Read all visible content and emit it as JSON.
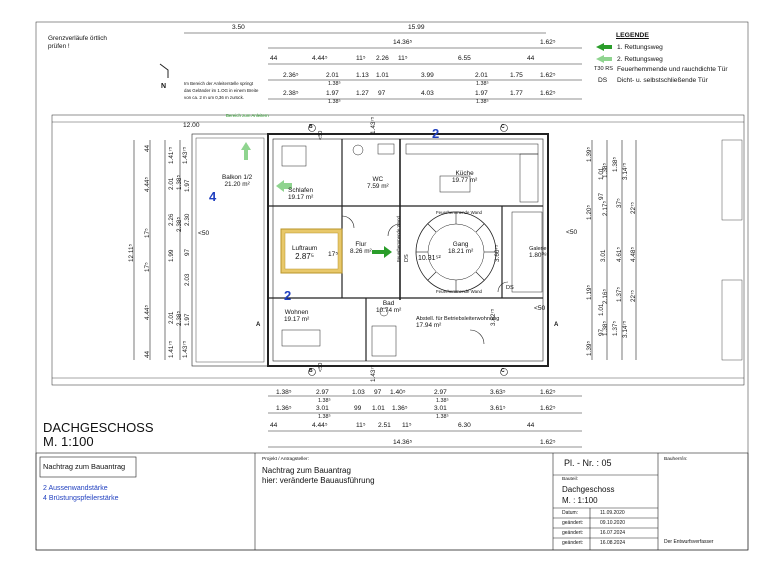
{
  "note": [
    "Grenzverläufe örtlich",
    "prüfen !"
  ],
  "legend": {
    "title": "LEGENDE",
    "items": [
      {
        "sym": "",
        "label": "1. Rettungsweg"
      },
      {
        "sym": "",
        "label": "2. Rettungsweg"
      },
      {
        "sym": "T30 RS",
        "label": "Feuerhemmende und rauchdichte Tür"
      },
      {
        "sym": "DS",
        "label": "Dicht- u. selbstschließende Tür"
      }
    ]
  },
  "railing_note": [
    "Im Bereich der Anleiterstelle springt",
    "das Geländer im 1.OG in einem Breite",
    "von ca. 2 m um 0,36 m zurück."
  ],
  "anleiter_label": "Bereich zum Anleitern",
  "top_dims": {
    "row0": [
      "3.50",
      "15.99"
    ],
    "row1": [
      "14.36⁵",
      "1.62⁵"
    ],
    "row2": [
      "44",
      "4.44⁵",
      "11⁵",
      "2.26",
      "11⁵",
      "6.55",
      "44"
    ],
    "row3": [
      "2.36⁵",
      "2.01",
      "1.13",
      "1.01",
      "3.99",
      "2.01",
      "1.75",
      "1.62⁵"
    ],
    "row3b": [
      "1.38⁵",
      "1.38⁵"
    ],
    "row4": [
      "2.38⁵",
      "1.97",
      "1.27",
      "97",
      "4.03",
      "1.97",
      "1.77",
      "1.62⁵"
    ],
    "row4b": [
      "1.38⁵",
      "1.38⁵"
    ]
  },
  "bottom_dims": {
    "row1": [
      "1.38⁵",
      "2.97",
      "1.03",
      "97",
      "1.40⁵",
      "2.97",
      "3.63⁵",
      "1.62⁵"
    ],
    "row1b": [
      "1.38⁵",
      "1.38⁵"
    ],
    "row2": [
      "1.36⁵",
      "3.01",
      "99",
      "1.01",
      "1.36⁵",
      "3.01",
      "3.61⁵",
      "1.62⁵"
    ],
    "row2b": [
      "1.38⁵",
      "1.38⁵"
    ],
    "row3": [
      "44",
      "4.44⁵",
      "11⁵",
      "2.51",
      "11⁵",
      "6.30",
      "44"
    ],
    "row4": [
      "14.36⁵",
      "1.62⁵"
    ]
  },
  "left_dims": {
    "outer": "12.11⁵",
    "col1": [
      "44",
      "4.44⁵",
      "17⁵",
      "17⁵",
      "4.44⁵",
      "44"
    ],
    "col2": [
      "1.41⁷⁵",
      "2.01",
      "1.99",
      "2.26",
      "2.01",
      "1.41⁷⁵"
    ],
    "col3": [
      "1.43⁷⁵",
      "1.38⁵",
      "2.38⁵",
      "1.97",
      "2.30",
      "2.03",
      "97",
      "2.38⁵",
      "1.97",
      "1.43⁷⁵"
    ],
    "under_top": "12.00",
    "side": "<50"
  },
  "right_dims": {
    "col1": [
      "1.39⁵",
      "1.20⁵",
      "1.19⁵",
      "1.39⁵"
    ],
    "col2": [
      "1.01",
      "97",
      "1.01",
      "97"
    ],
    "col3": [
      "1.38⁵",
      "2.17⁵",
      "3.01",
      "2.16⁵",
      "1.38⁵"
    ],
    "col4": [
      "1.38⁵",
      "1.37⁵",
      "4.61⁵",
      "37⁵",
      "1.37⁵"
    ],
    "col5": [
      "3.14⁷⁵",
      "22⁷⁵",
      "4.48⁵",
      "22⁷⁵",
      "3.14⁷⁵"
    ]
  },
  "wall_dims": {
    "top": "1.43⁷⁵",
    "bottom": "1.43⁷⁵",
    "center": "10.31⁵²",
    "gang_h": "3.60⁷⁵",
    "abst_h": "3.82⁷⁵",
    "r50": "<50"
  },
  "rooms": [
    {
      "name": "Balkon 1/2",
      "area": "21.20 m²"
    },
    {
      "name": "Schlafen",
      "area": "19.17 m²"
    },
    {
      "name": "WC",
      "area": "7.59 m²"
    },
    {
      "name": "Küche",
      "area": "19.77 m²"
    },
    {
      "name": "Luftraum",
      "area": "2.87⁵"
    },
    {
      "name": "Flur",
      "area": "8.26 m²"
    },
    {
      "name": "Gang",
      "area": "18.21 m²"
    },
    {
      "name": "Galerie",
      "area": "1.80⁰⁸"
    },
    {
      "name": "Bad",
      "area": "10.74 m²"
    },
    {
      "name": "Wohnen",
      "area": "19.17 m²"
    },
    {
      "name": "Abstell. für Betriebsleiterwohnung",
      "area": "17.94 m²"
    }
  ],
  "wall_labels": {
    "f1": "Feuerhemmende Wand",
    "f2": "Feuerhemmende Wand",
    "f3": "Feuerhemmende Wand",
    "ds": "DS",
    "luft_17": "17⁵"
  },
  "markers": {
    "n1": "2",
    "n2": "2",
    "n3": "4",
    "a": "A",
    "b": "B",
    "c": "C"
  },
  "title": {
    "line1": "DACHGESCHOSS",
    "line2": "M. 1:100"
  },
  "nachtrag_box": "Nachtrag zum Bauantrag",
  "blue_notes": [
    "2 Aussenwandstärke",
    "4 Brüstungspfeilerstärke"
  ],
  "project": {
    "label": "Projekt / Antragsteller:",
    "line1": "Nachtrag zum Bauantrag",
    "line2": "hier: veränderte Bauausführung"
  },
  "plan": {
    "label": "Pl. - Nr. : 05",
    "bauteil_label": "Bauteil:",
    "bauteil_value": "Dachgeschoss",
    "scale": "M. : 1:100"
  },
  "dates": [
    {
      "label": "Datum:",
      "value": "11.09.2020"
    },
    {
      "label": "geändert:",
      "value": "09.10.2020"
    },
    {
      "label": "geändert:",
      "value": "16.07.2024"
    },
    {
      "label": "geändert:",
      "value": "16.08.2024"
    }
  ],
  "bauherr_label": "Bauherr/in:",
  "verfasser_label": "Der Entwurfsverfasser",
  "colors": {
    "arrow": "#2a9d2a",
    "arrow_light": "#8fd48f",
    "blue": "#1f3fbf",
    "luftraum": "#e8c86a"
  }
}
